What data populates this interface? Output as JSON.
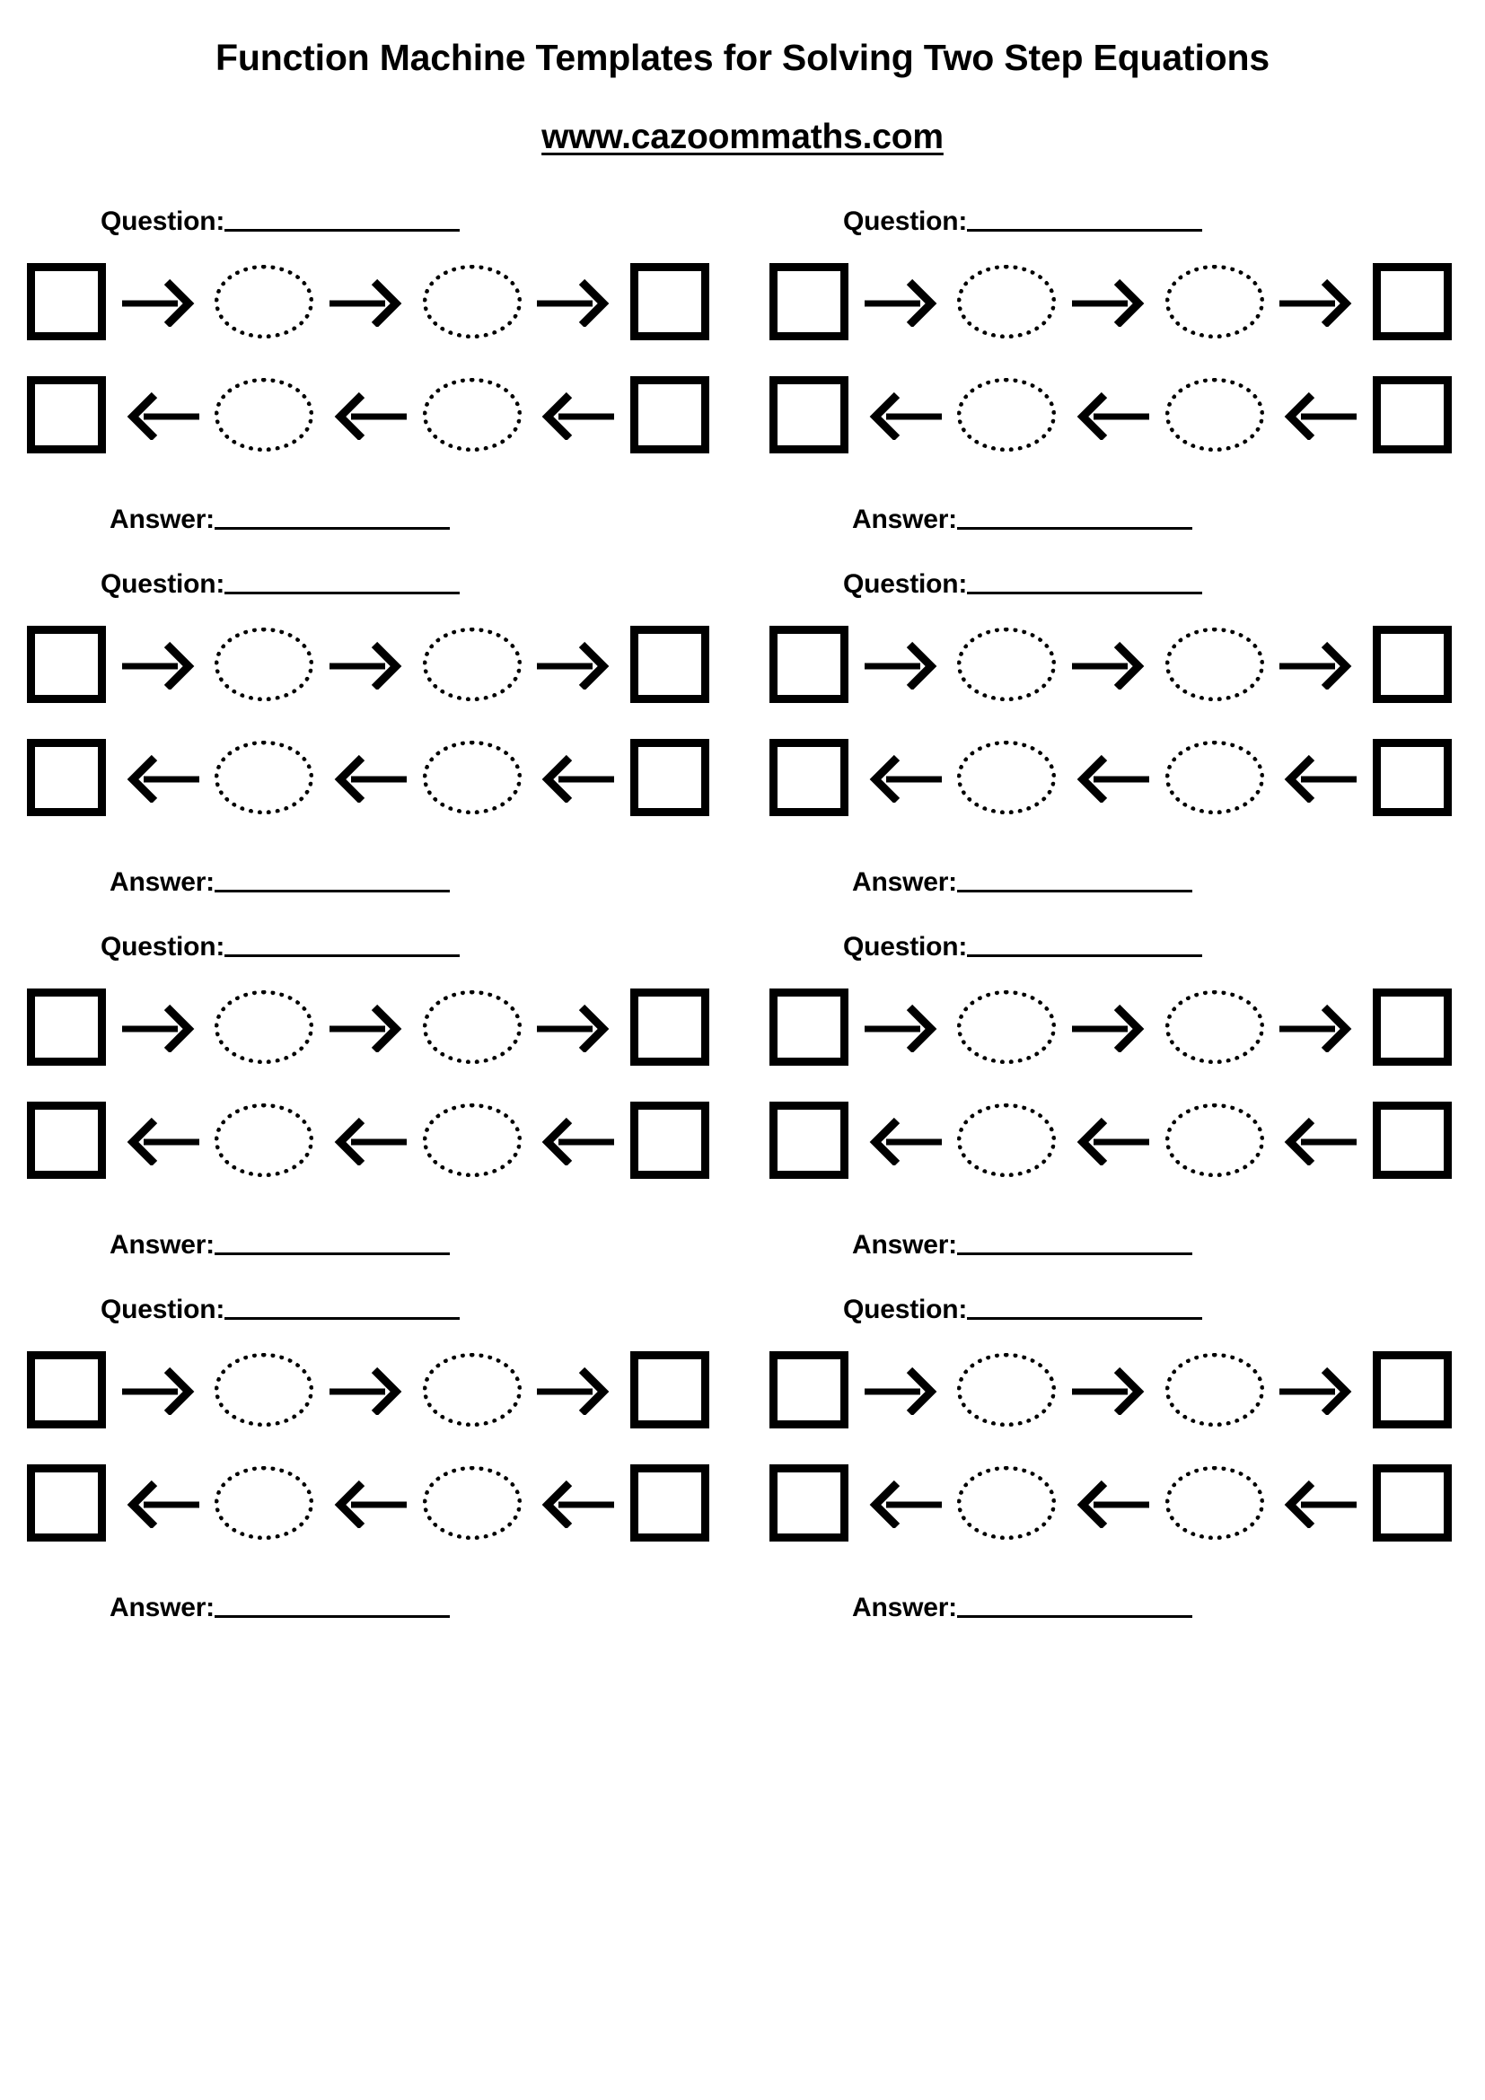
{
  "header": {
    "title": "Function Machine Templates for Solving Two Step Equations",
    "url": "www.cazoommaths.com"
  },
  "labels": {
    "question": "Question:",
    "answer": "Answer:"
  },
  "icons": {
    "arrow_right": "arrow-right-icon",
    "arrow_left": "arrow-left-icon",
    "input_box": "input-square-box",
    "operation_bubble": "operation-ellipse"
  },
  "colors": {
    "ink": "#000000",
    "paper": "#ffffff"
  },
  "blocks": [
    {
      "id": 1,
      "question_label": "Question:",
      "answer_label": "Answer:"
    },
    {
      "id": 2,
      "question_label": "Question:",
      "answer_label": "Answer:"
    },
    {
      "id": 3,
      "question_label": "Question:",
      "answer_label": "Answer:"
    },
    {
      "id": 4,
      "question_label": "Question:",
      "answer_label": "Answer:"
    },
    {
      "id": 5,
      "question_label": "Question:",
      "answer_label": "Answer:"
    },
    {
      "id": 6,
      "question_label": "Question:",
      "answer_label": "Answer:"
    },
    {
      "id": 7,
      "question_label": "Question:",
      "answer_label": "Answer:"
    },
    {
      "id": 8,
      "question_label": "Question:",
      "answer_label": "Answer:"
    }
  ]
}
